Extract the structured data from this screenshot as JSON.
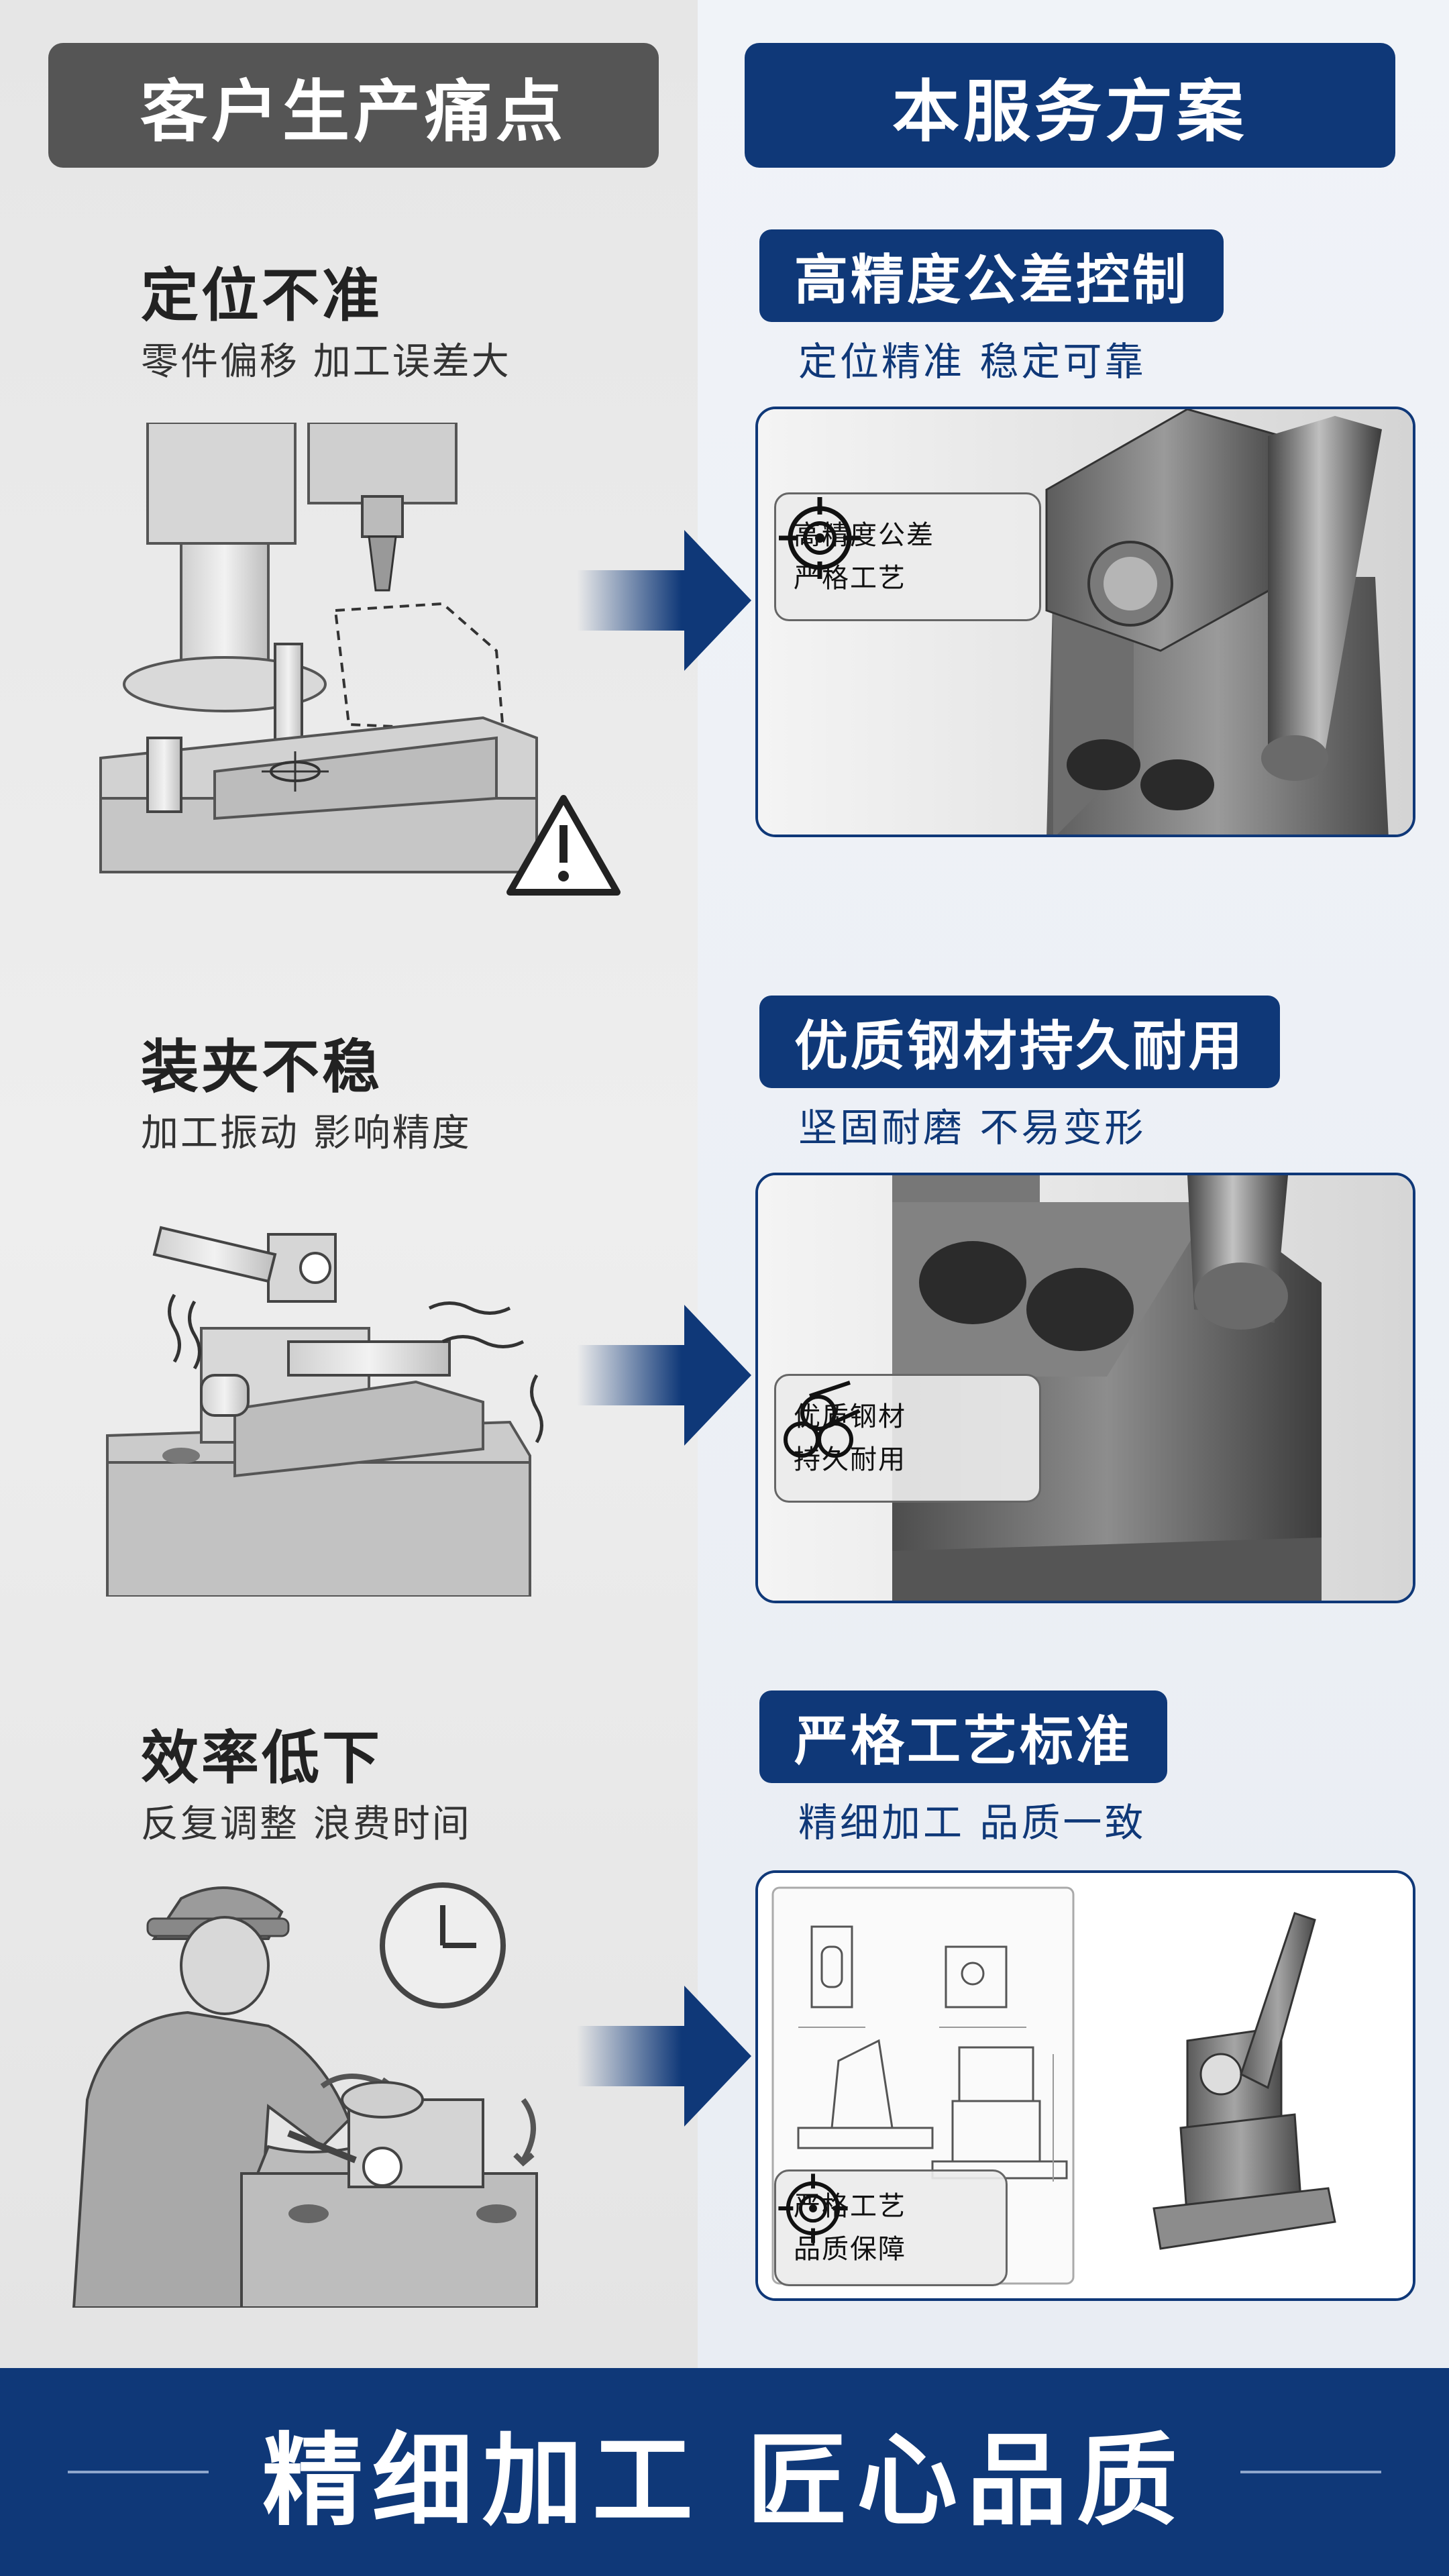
{
  "header": {
    "left_title": "客户生产痛点",
    "right_title": "本服务方案"
  },
  "pains": [
    {
      "title": "定位不准",
      "subtitle": "零件偏移 加工误差大"
    },
    {
      "title": "装夹不稳",
      "subtitle": "加工振动 影响精度"
    },
    {
      "title": "效率低下",
      "subtitle": "反复调整 浪费时间"
    }
  ],
  "solutions": [
    {
      "tag": "高精度公差控制",
      "subtitle": "定位精准 稳定可靠",
      "callout_line1": "高精度公差",
      "callout_line2": "严格工艺"
    },
    {
      "tag": "优质钢材持久耐用",
      "subtitle": "坚固耐磨 不易变形",
      "callout_line1": "优质钢材",
      "callout_line2": "持久耐用"
    },
    {
      "tag": "严格工艺标准",
      "subtitle": "精细加工 品质一致",
      "callout_line1": "严格工艺",
      "callout_line2": "品质保障"
    }
  ],
  "footer": {
    "slogan": "精细加工 匠心品质"
  },
  "colors": {
    "brand_blue": "#0f3878",
    "pain_header_gray": "#555555"
  }
}
